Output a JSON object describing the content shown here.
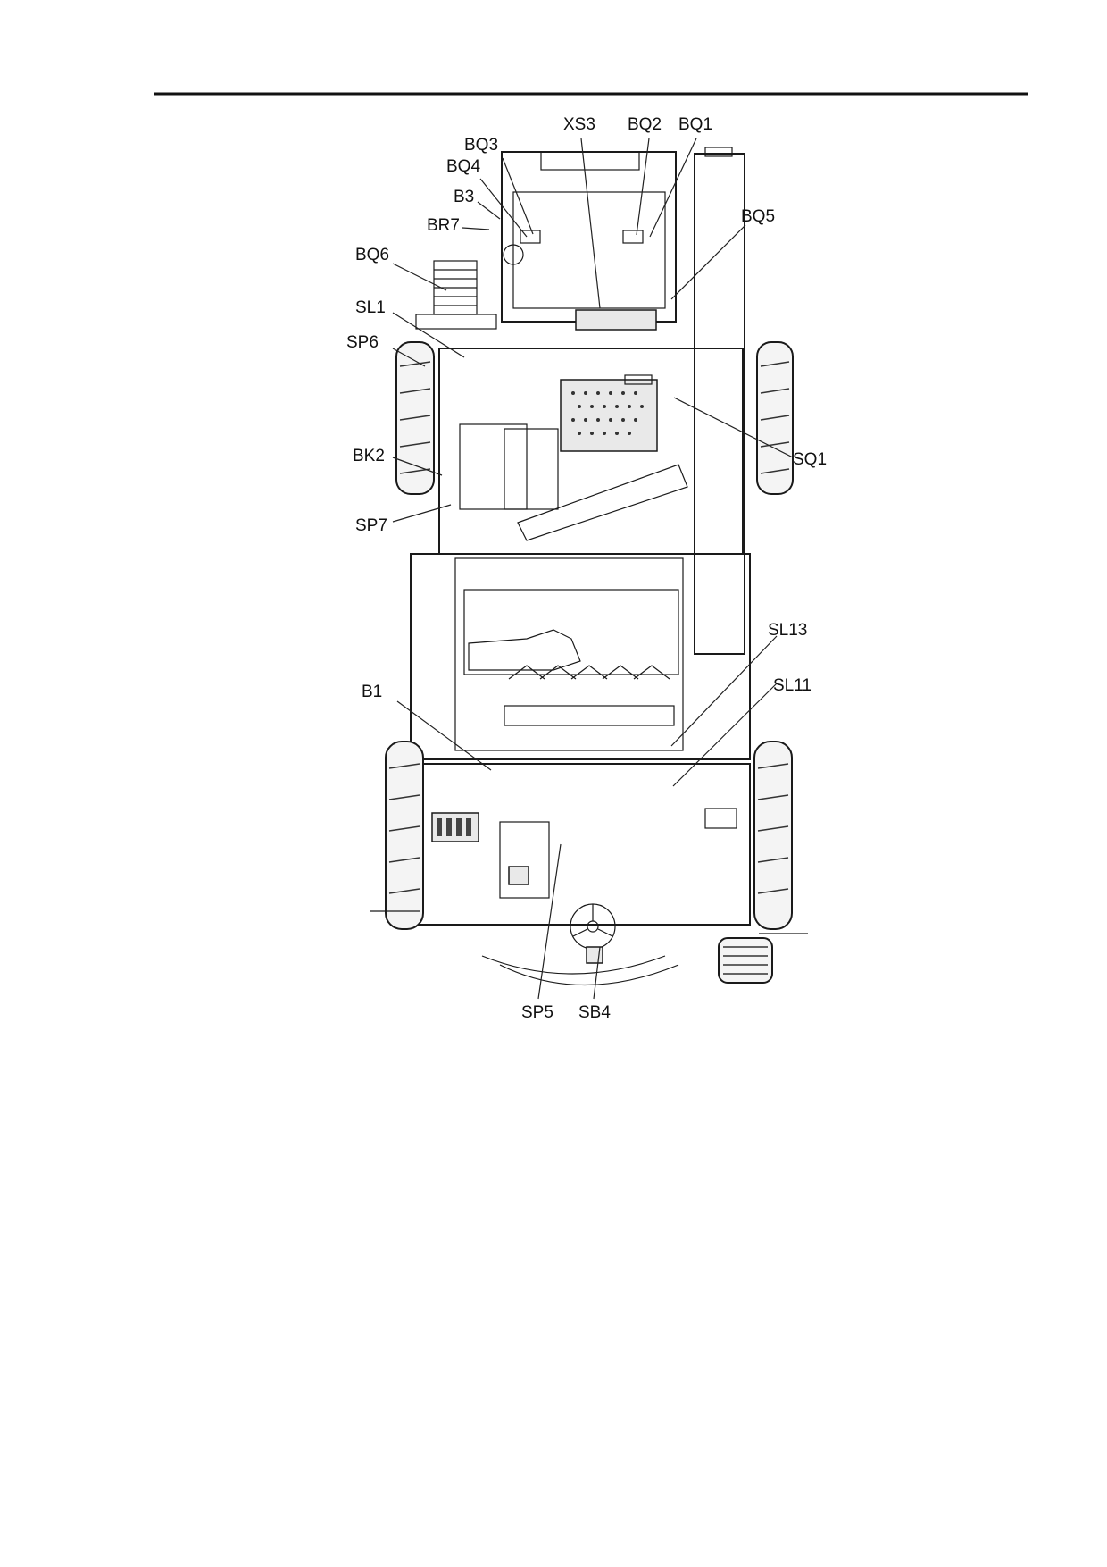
{
  "callouts": [
    {
      "id": "XS3",
      "label": "XS3"
    },
    {
      "id": "BQ2",
      "label": "BQ2"
    },
    {
      "id": "BQ1",
      "label": "BQ1"
    },
    {
      "id": "BQ3",
      "label": "BQ3"
    },
    {
      "id": "BQ4",
      "label": "BQ4"
    },
    {
      "id": "B3",
      "label": "B3"
    },
    {
      "id": "BR7",
      "label": "BR7"
    },
    {
      "id": "BQ5",
      "label": "BQ5"
    },
    {
      "id": "BQ6",
      "label": "BQ6"
    },
    {
      "id": "SL1",
      "label": "SL1"
    },
    {
      "id": "SP6",
      "label": "SP6"
    },
    {
      "id": "SQ1",
      "label": "SQ1"
    },
    {
      "id": "BK2",
      "label": "BK2"
    },
    {
      "id": "SP7",
      "label": "SP7"
    },
    {
      "id": "SL13",
      "label": "SL13"
    },
    {
      "id": "SL11",
      "label": "SL11"
    },
    {
      "id": "B1",
      "label": "B1"
    },
    {
      "id": "SP5",
      "label": "SP5"
    },
    {
      "id": "SB4",
      "label": "SB4"
    }
  ],
  "colors": {
    "line": "#1a1a1a",
    "background": "#ffffff"
  }
}
